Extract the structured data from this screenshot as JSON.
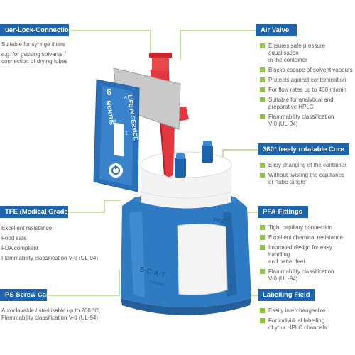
{
  "luer": {
    "title": "uer-Lock-Connection",
    "lines": [
      "Suitable for syringe filters",
      "e.g. for gassing solvents /",
      "connection of drying tubes"
    ]
  },
  "air_valve": {
    "title": "Air Valve",
    "items": [
      {
        "l1": "Ensures safe pressure equalisation",
        "l2": "in the container"
      },
      {
        "l1": "Blocks escape of solvent vapours",
        "l2": ""
      },
      {
        "l1": "Protects against contamination",
        "l2": ""
      },
      {
        "l1": "For flow rates up to 400 ml/min",
        "l2": ""
      },
      {
        "l1": "Suitable for analytical and",
        "l2": "preparative HPLC"
      },
      {
        "l1": "Flammability classification",
        "l2": "V-0 (UL-94)"
      }
    ]
  },
  "core": {
    "title": "360° freely rotatable Core",
    "items": [
      {
        "l1": "Easy changing of the container",
        "l2": ""
      },
      {
        "l1": "Without twisting the capillaries",
        "l2": "or “tube tangle”"
      }
    ]
  },
  "ptfe": {
    "title": "TFE (Medical Grade)",
    "lines": [
      "Excellent resistance",
      "Food safe",
      "FDA compliant",
      "Flammability classification V-0 (UL-94)"
    ]
  },
  "pfa": {
    "title": "PFA-Fittings",
    "items": [
      {
        "l1": "Tight capillary connection",
        "l2": ""
      },
      {
        "l1": "Excellent chemical resistance",
        "l2": ""
      },
      {
        "l1": "Improved design for easy handling",
        "l2": "and better feel"
      },
      {
        "l1": "Flammability classification",
        "l2": "V-0 (UL-94)"
      }
    ]
  },
  "pps": {
    "title": "PS Screw Cap",
    "lines": [
      "Autoclavable / sterilisable up to 200 °C,",
      "Flammability classification V-0 (UL-94)"
    ]
  },
  "labelling": {
    "title": "Labelling Field",
    "items": [
      {
        "l1": "Easily interchangeable",
        "l2": ""
      },
      {
        "l1": "For individual labelling",
        "l2": "of your HPLC channels"
      }
    ]
  },
  "product": {
    "months_num": "6",
    "months_word": "MONTHS",
    "life_text": "LIFE IN SERVICE",
    "scale_top": "6",
    "scale_mid": "3",
    "scale_bottom": "1",
    "cap_text": "PPS",
    "brand": "S·C·A·T",
    "sub_brand": "EUROPE"
  },
  "colors": {
    "label_blue": "#1d64ad",
    "bullet_green": "#8cc63f",
    "leader_green": "#8cc63f",
    "cap_blue": "#2e7bc4",
    "valve_red": "#e0383e"
  }
}
